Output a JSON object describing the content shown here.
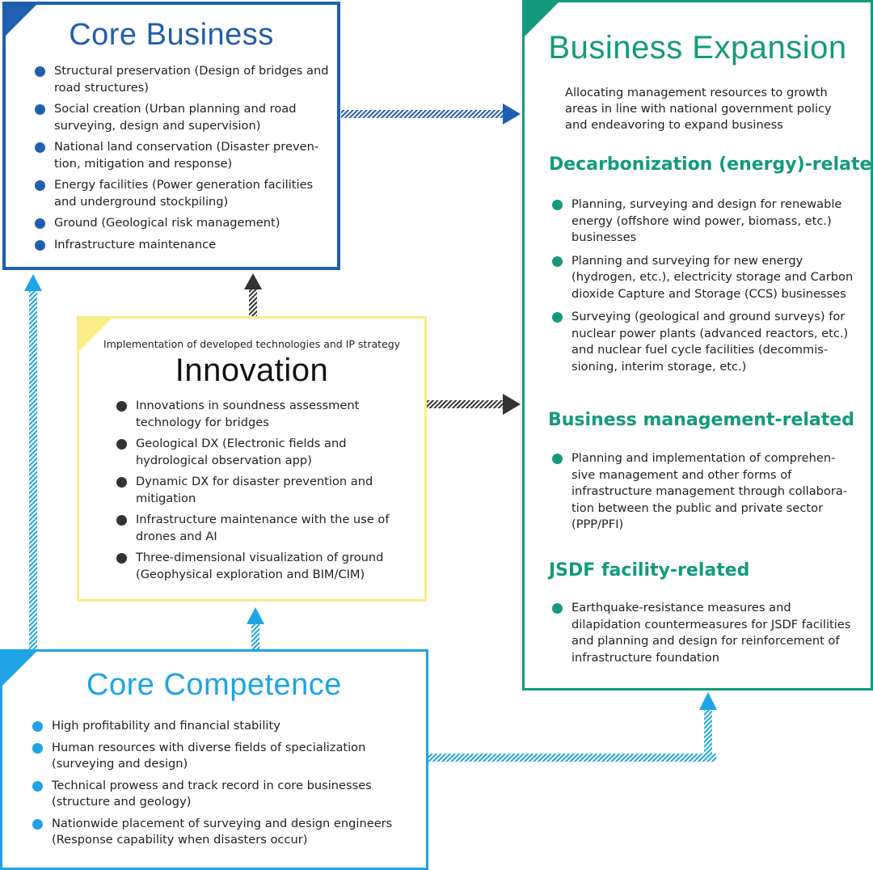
{
  "core_business": {
    "title": "Core Business",
    "items": [
      "Structural preservation (Design of bridges and road structures)",
      "Social creation (Urban planning and road surveying, design and supervision)",
      "National land conservation (Disaster preven-tion, mitigation and response)",
      "Energy facilities (Power generation facilities and underground stockpiling)",
      "Ground (Geological risk management)",
      "Infrastructure maintenance"
    ],
    "color": "#1f5fae"
  },
  "business_expansion": {
    "title": "Business Expansion",
    "intro": "Allocating management resources to growth areas in line with national government policy and endeavoring to expand business",
    "color": "#139a7c",
    "sections": [
      {
        "title": "Decarbonization (energy)-related",
        "items": [
          "Planning, surveying and design for renewable energy (offshore wind power, biomass, etc.) businesses",
          "Planning and surveying for new energy (hydrogen, etc.), electricity storage and Carbon dioxide Capture and Storage (CCS) businesses",
          "Surveying (geological and ground surveys) for nuclear power plants (advanced reactors, etc.) and nuclear fuel cycle facilities (decommis-sioning, interim storage, etc.)"
        ]
      },
      {
        "title": "Business management-related",
        "items": [
          "Planning and implementation of comprehen-sive management and other forms of infrastructure management through collabora-tion between the public and private sector (PPP/PFI)"
        ]
      },
      {
        "title": "JSDF facility-related",
        "items": [
          "Earthquake-resistance measures and dilapidation countermeasures for JSDF facilities and planning and design for reinforcement of infrastructure foundation"
        ]
      }
    ]
  },
  "innovation": {
    "subtitle": "Implementation of developed technologies and IP strategy",
    "title": "Innovation",
    "color": "#faed87",
    "items": [
      "Innovations in soundness assessment technology for bridges",
      "Geological DX (Electronic fields and hydrological observation app)",
      "Dynamic DX for disaster prevention and mitigation",
      "Infrastructure maintenance with the use of drones and AI",
      "Three-dimensional visualization of ground (Geophysical exploration and BIM/CIM)"
    ]
  },
  "core_competence": {
    "title": "Core Competence",
    "color": "#1ea4e6",
    "items": [
      "High profitability and financial stability",
      "Human resources with diverse fields of specialization (surveying and design)",
      "Technical prowess and track record in core businesses (structure and geology)",
      "Nationwide placement of surveying and design engineers (Response capability when disasters occur)"
    ]
  }
}
